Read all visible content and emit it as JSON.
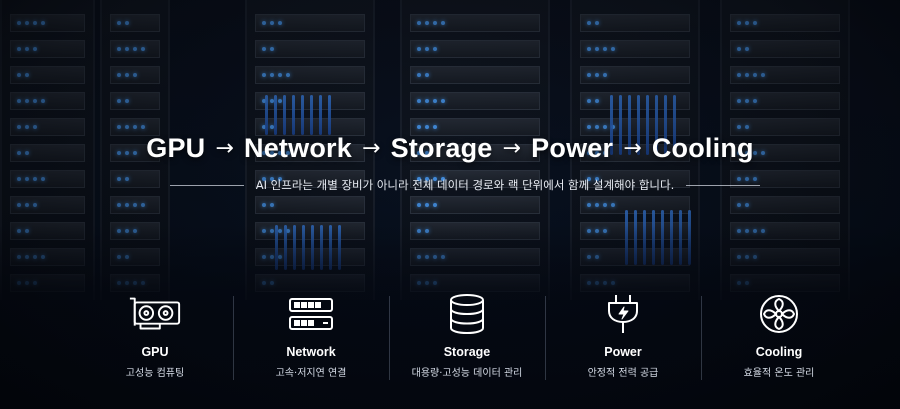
{
  "headline": {
    "items": [
      "GPU",
      "Network",
      "Storage",
      "Power",
      "Cooling"
    ],
    "arrow": "→"
  },
  "subline": "AI 인프라는 개별 장비가 아니라 전체 데이터 경로와 랙 단위에서 함께 설계해야 합니다.",
  "features": [
    {
      "title": "GPU",
      "desc": "고성능 컴퓨팅",
      "icon": "gpu-card-icon"
    },
    {
      "title": "Network",
      "desc": "고속·저지연 연결",
      "icon": "network-switch-icon"
    },
    {
      "title": "Storage",
      "desc": "대용량·고성능 데이터 관리",
      "icon": "database-icon"
    },
    {
      "title": "Power",
      "desc": "안정적 전력 공급",
      "icon": "power-plug-icon"
    },
    {
      "title": "Cooling",
      "desc": "효율적 온도 관리",
      "icon": "fan-icon"
    }
  ],
  "colors": {
    "background": "#07101e",
    "text": "#ffffff",
    "accent": "#4da3ff"
  }
}
